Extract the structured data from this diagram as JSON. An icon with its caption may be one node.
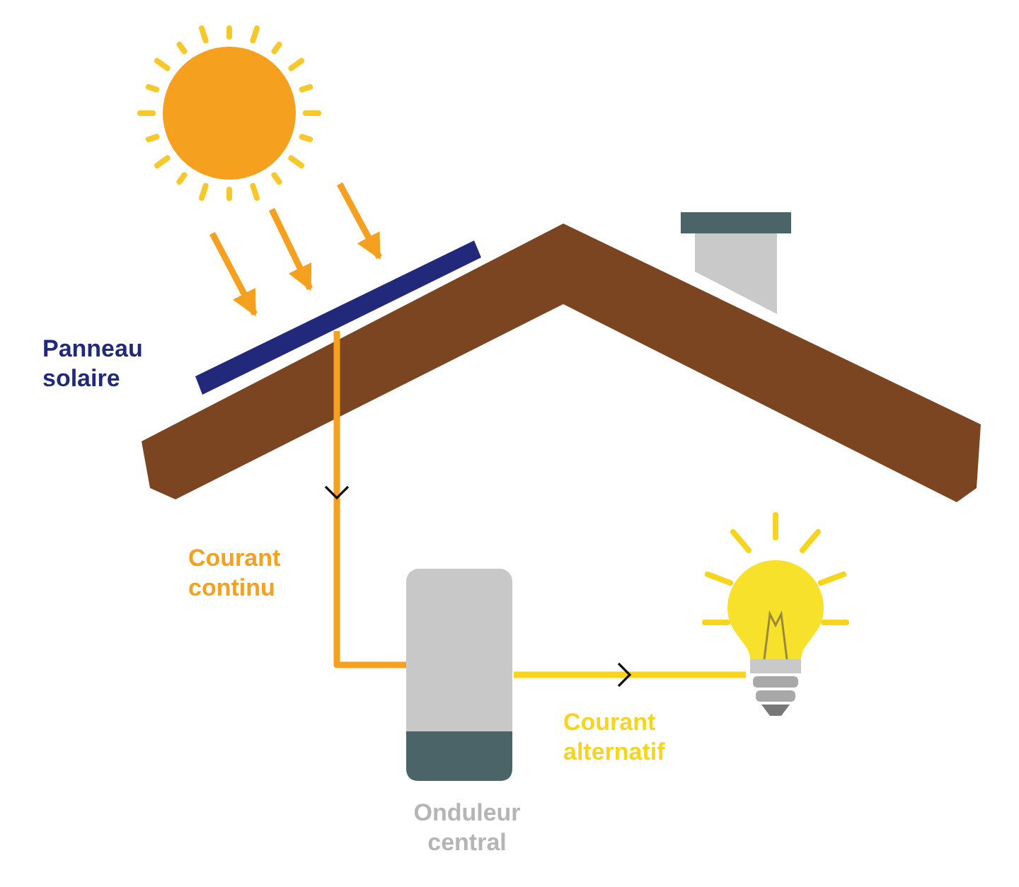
{
  "diagram": {
    "nodes": [
      {
        "text": [],
        "shape": "circle"
      },
      {
        "text": [
          "Panneau solaire"
        ]
      },
      {
        "text": [
          "Onduleur central"
        ]
      },
      {
        "text": [],
        "shape": "picture"
      }
    ],
    "edges": [
      {
        "from": 0,
        "to": 1,
        "arrow": "to"
      },
      {
        "from": 0,
        "to": 1,
        "arrow": "to"
      },
      {
        "from": 0,
        "to": 1,
        "arrow": "to"
      },
      {
        "from": 1,
        "to": 2,
        "label": "Courant continu",
        "arrow": "to"
      },
      {
        "from": 2,
        "to": 3,
        "label": "Courant alternatif",
        "arrow": "to",
        "color": "#f7d51e"
      }
    ]
  }
}
